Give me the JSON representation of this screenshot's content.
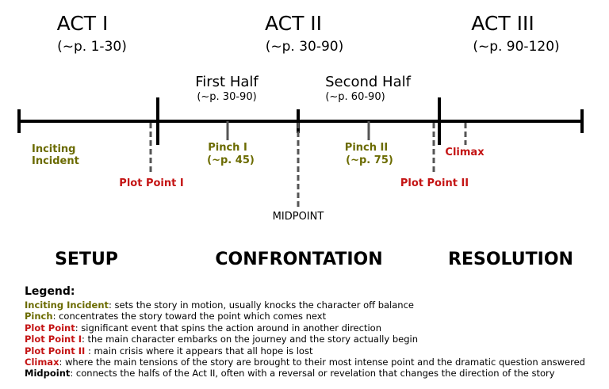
{
  "acts": [
    {
      "title": "ACT I",
      "pages": "(~p. 1-30)"
    },
    {
      "title": "ACT II",
      "pages": "(~p. 30-90)"
    },
    {
      "title": "ACT III",
      "pages": "(~p. 90-120)"
    }
  ],
  "halves": [
    {
      "title": "First Half",
      "pages": "(~p. 30-90)"
    },
    {
      "title": "Second Half",
      "pages": "(~p. 60-90)"
    }
  ],
  "markers": {
    "inciting_1": "Inciting",
    "inciting_2": "Incident",
    "plot_point_1": "Plot Point I",
    "pinch_1_a": "Pinch I",
    "pinch_1_b": "(~p. 45)",
    "midpoint": "MIDPOINT",
    "pinch_2_a": "Pinch II",
    "pinch_2_b": "(~p. 75)",
    "plot_point_2": "Plot Point II",
    "climax": "Climax"
  },
  "sections": [
    "SETUP",
    "CONFRONTATION",
    "RESOLUTION"
  ],
  "colors": {
    "olive": "#6b6b00",
    "red": "#c41414",
    "line": "#000000",
    "dashed": "#555555"
  },
  "legend": {
    "title": "Legend:",
    "items": [
      {
        "term": "Inciting Incident",
        "color": "olive",
        "desc": ": sets the story in motion, usually knocks the character off balance"
      },
      {
        "term": "Pinch",
        "color": "olive",
        "desc": ": concentrates the story toward the point which comes next"
      },
      {
        "term": "Plot Point",
        "color": "red",
        "desc": ": significant event that spins the action around in another direction"
      },
      {
        "term": "Plot Point I",
        "color": "red",
        "desc": ": the main character embarks on the journey and the story actually begin"
      },
      {
        "term": "Plot Point II",
        "color": "red",
        "desc": " : main crisis where it appears that all hope is lost"
      },
      {
        "term": "Climax",
        "color": "red",
        "desc": ": where the main tensions of the story are brought to their most intense point and the dramatic question answered"
      },
      {
        "term": "Midpoint",
        "color": "black",
        "desc": ": connects the halfs of the Act II, often with a reversal or revelation that changes the direction of the story"
      }
    ]
  }
}
